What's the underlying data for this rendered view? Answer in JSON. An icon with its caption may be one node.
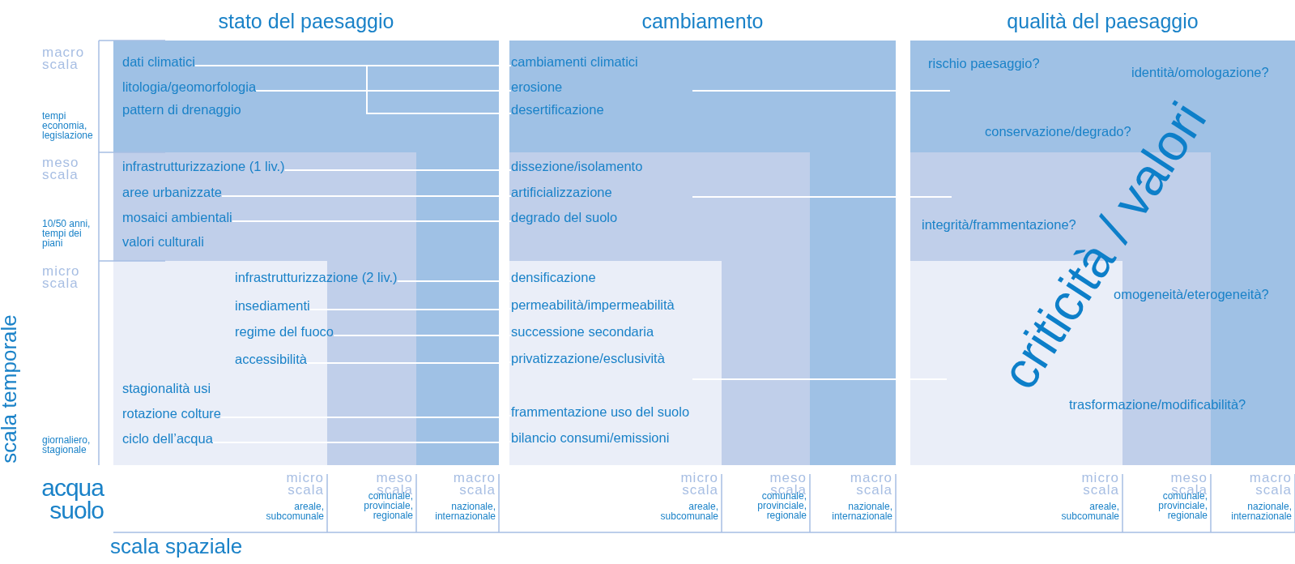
{
  "diagram": {
    "nodes": [
      {
        "text": [
          "stato del paesaggio"
        ]
      },
      {
        "text": [
          "dati climatici"
        ],
        "in": 0
      },
      {
        "text": [
          "litologia/geomorfologia"
        ],
        "in": 0
      },
      {
        "text": [
          "pattern di drenaggio"
        ],
        "in": 0
      },
      {
        "text": [
          "infrastrutturizzazione (1 liv.)"
        ],
        "in": 0
      },
      {
        "text": [
          "aree urbanizzate"
        ],
        "in": 0
      },
      {
        "text": [
          "mosaici ambientali"
        ],
        "in": 0
      },
      {
        "text": [
          "valori culturali"
        ],
        "in": 0
      },
      {
        "text": [
          "infrastrutturizzazione (2 liv.)"
        ],
        "in": 0
      },
      {
        "text": [
          "insediamenti"
        ],
        "in": 0
      },
      {
        "text": [
          "regime del fuoco"
        ],
        "in": 0
      },
      {
        "text": [
          "accessibilità"
        ],
        "in": 0
      },
      {
        "text": [
          "stagionalità usi"
        ],
        "in": 0
      },
      {
        "text": [
          "rotazione colture"
        ],
        "in": 0
      },
      {
        "text": [
          "ciclo dell’acqua"
        ],
        "in": 0
      },
      {
        "text": [
          "cambiamento"
        ]
      },
      {
        "text": [
          "cambiamenti climatici"
        ],
        "in": 15
      },
      {
        "text": [
          "erosione"
        ],
        "in": 15
      },
      {
        "text": [
          "desertificazione"
        ],
        "in": 15
      },
      {
        "text": [
          "dissezione/isolamento"
        ],
        "in": 15
      },
      {
        "text": [
          "artificializzazione"
        ],
        "in": 15
      },
      {
        "text": [
          "degrado del suolo"
        ],
        "in": 15
      },
      {
        "text": [
          "densificazione"
        ],
        "in": 15
      },
      {
        "text": [
          "permeabilità/impermeabilità"
        ],
        "in": 15
      },
      {
        "text": [
          "successione secondaria"
        ],
        "in": 15
      },
      {
        "text": [
          "privatizzazione/esclusività"
        ],
        "in": 15
      },
      {
        "text": [
          "frammentazione uso del suolo"
        ],
        "in": 15
      },
      {
        "text": [
          "bilancio consumi/emissioni"
        ],
        "in": 15
      },
      {
        "text": [
          "qualità del paesaggio"
        ]
      },
      {
        "text": [
          "rischio paesaggio?"
        ],
        "in": 28
      },
      {
        "text": [
          "identità/omologazione?"
        ],
        "in": 28
      },
      {
        "text": [
          "conservazione/degrado?"
        ],
        "in": 28
      },
      {
        "text": [
          "integrità/frammentazione?"
        ],
        "in": 28
      },
      {
        "text": [
          "omogeneità/eterogeneità?"
        ],
        "in": 28
      },
      {
        "text": [
          "trasformazione/modificabilità?"
        ],
        "in": 28
      }
    ],
    "edges": [
      {
        "from": 1,
        "to": 16,
        "arrow": "none"
      },
      {
        "from": 2,
        "to": 17,
        "arrow": "none"
      },
      {
        "from": 1,
        "to": 18,
        "arrow": "none"
      },
      {
        "from": 2,
        "to": 18,
        "arrow": "none"
      },
      {
        "from": 4,
        "to": 19,
        "arrow": "none"
      },
      {
        "from": 5,
        "to": 20,
        "arrow": "none"
      },
      {
        "from": 6,
        "to": 21,
        "arrow": "none"
      },
      {
        "from": 8,
        "to": 22,
        "arrow": "none"
      },
      {
        "from": 9,
        "to": 23,
        "arrow": "none"
      },
      {
        "from": 10,
        "to": 24,
        "arrow": "none"
      },
      {
        "from": 11,
        "to": 25,
        "arrow": "none"
      },
      {
        "from": 13,
        "to": 26,
        "arrow": "none"
      },
      {
        "from": 14,
        "to": 27,
        "arrow": "none"
      }
    ],
    "labels": [
      "macro scala",
      "tempi economia, legislazione",
      "meso scala",
      "10/50 anni, tempi dei piani",
      "micro scala",
      "giornaliero, stagionale",
      "scala temporale",
      "criticità / valori",
      "acqua suolo",
      "micro scala",
      "areale, subcomunale",
      "meso scala",
      "comunale, provinciale, regionale",
      "macro scala",
      "nazionale, internazionale",
      "micro scala",
      "areale, subcomunale",
      "meso scala",
      "comunale, provinciale, regionale",
      "macro scala",
      "nazionale, internazionale",
      "micro scala",
      "areale, subcomunale",
      "meso scala",
      "comunale, provinciale, regionale",
      "macro scala",
      "nazionale, internazionale",
      "scala spaziale"
    ]
  }
}
